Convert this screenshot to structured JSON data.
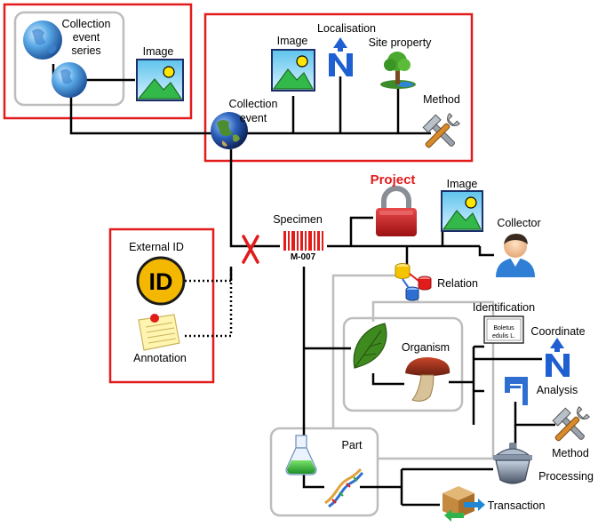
{
  "labels": {
    "collection_event_series": [
      "Collection",
      "event",
      "series"
    ],
    "image_top_left": "Image",
    "image_event": "Image",
    "localisation": "Localisation",
    "site_property": "Site property",
    "collection_event": [
      "Collection",
      "event"
    ],
    "method_event": "Method",
    "project": "Project",
    "image_specimen": "Image",
    "collector": "Collector",
    "specimen": "Specimen",
    "specimen_code": "M-007",
    "relation": "Relation",
    "external_id": "External ID",
    "id_badge": "ID",
    "annotation": "Annotation",
    "identification": "Identification",
    "identification_card": [
      "Boletus",
      "edulis L."
    ],
    "coordinate": "Coordinate",
    "organism": "Organism",
    "analysis": "Analysis",
    "method_analysis": "Method",
    "part": "Part",
    "processing": "Processing",
    "transaction": "Transaction"
  },
  "colors": {
    "group_border_red": "#e21b1b",
    "group_border_grey": "#bdbdbd",
    "connector": "#000000",
    "cut_mark": "#e21b1b",
    "id_badge_fill": "#f5b800"
  }
}
